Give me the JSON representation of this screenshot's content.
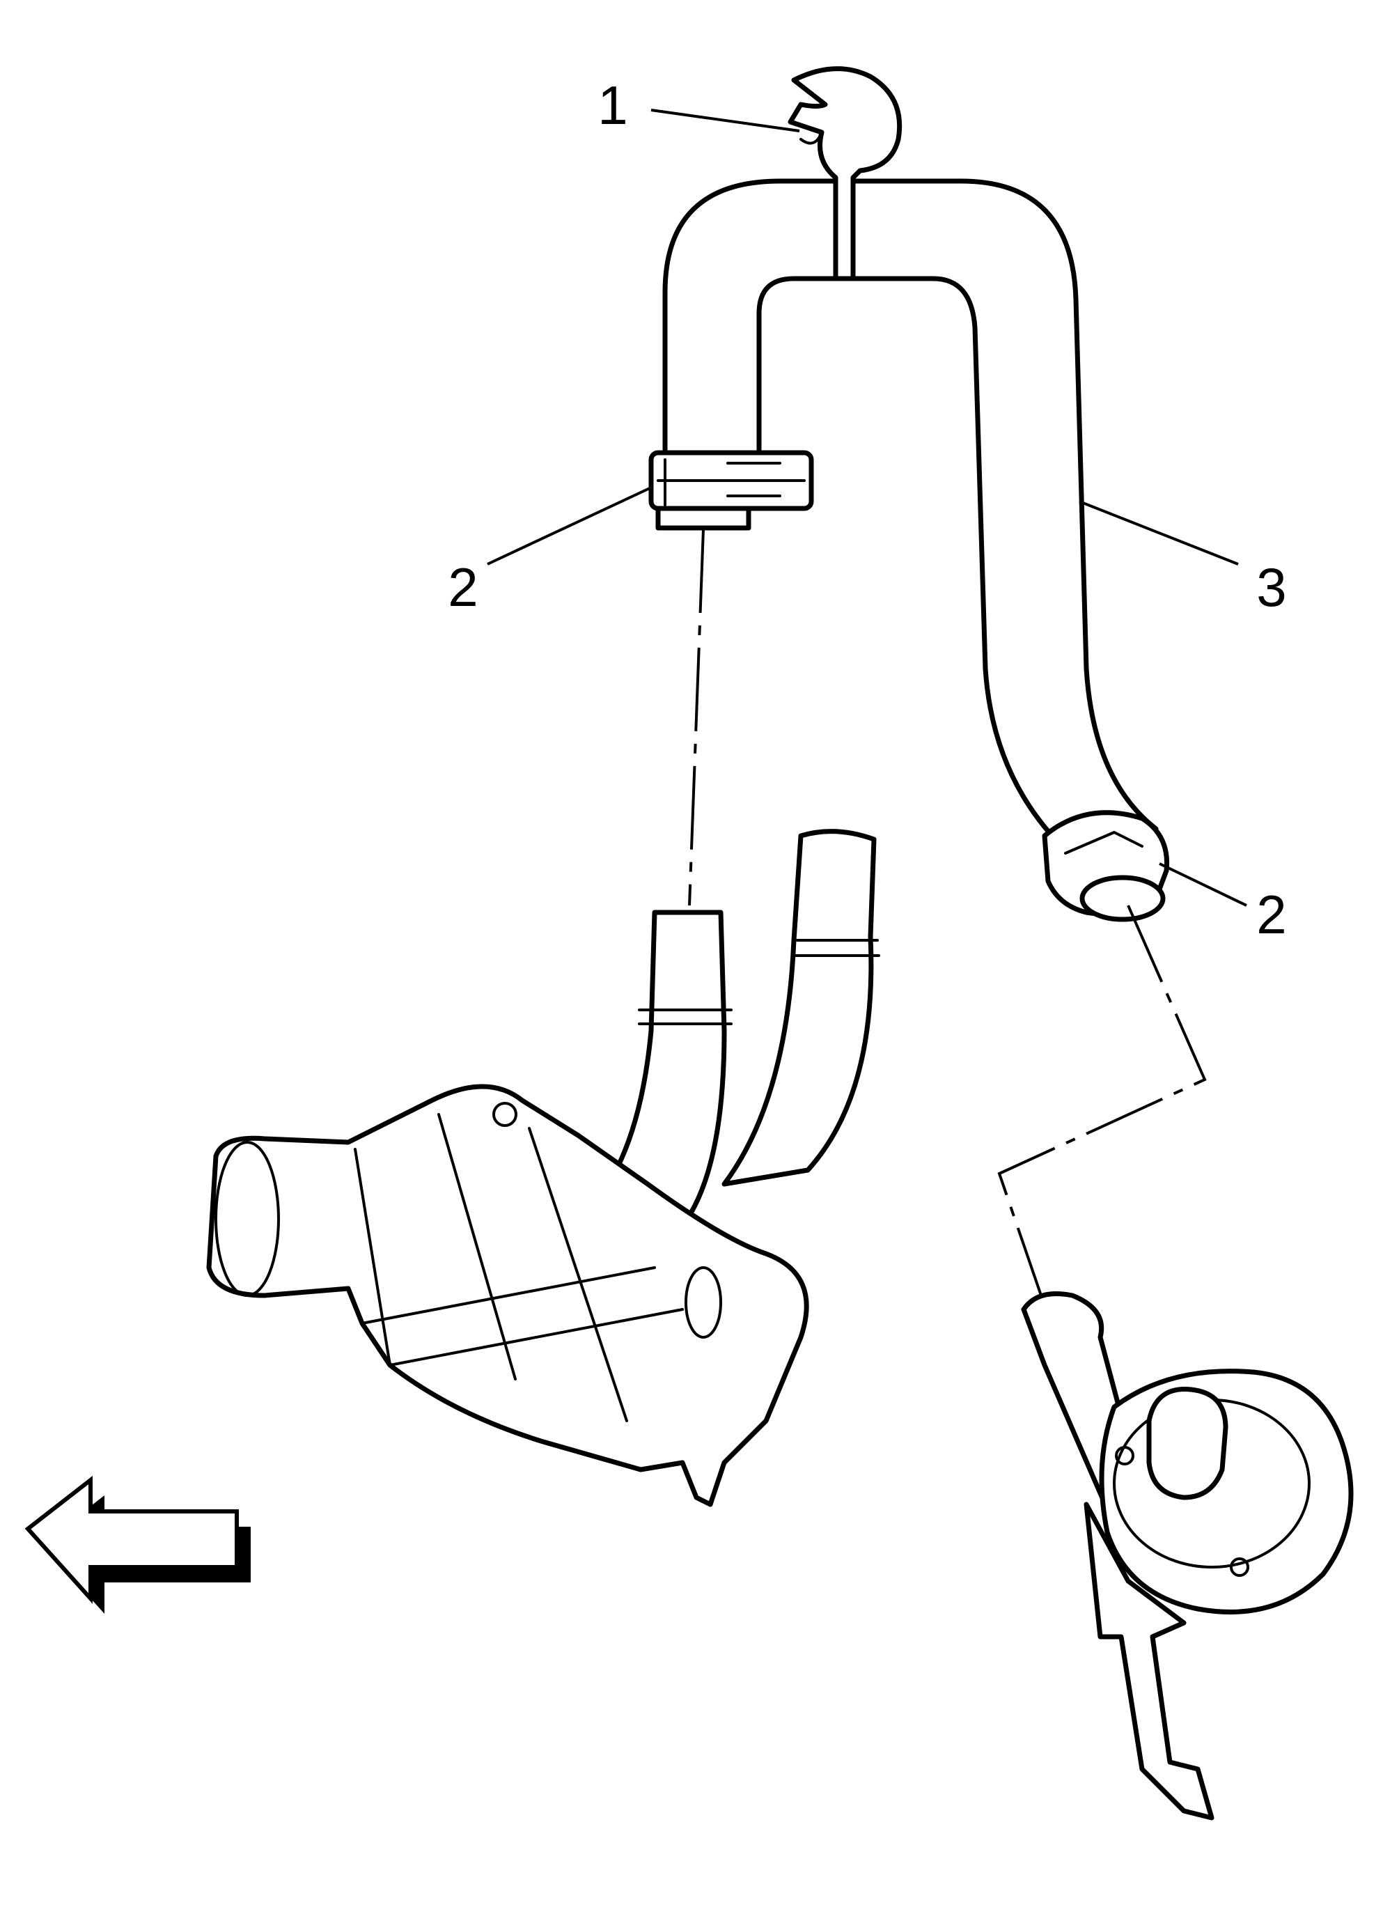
{
  "callouts": [
    {
      "id": "1",
      "label": "1",
      "part": "clip"
    },
    {
      "id": "2a",
      "label": "2",
      "part": "clamp-upper"
    },
    {
      "id": "3",
      "label": "3",
      "part": "hose"
    },
    {
      "id": "2b",
      "label": "2",
      "part": "clamp-lower"
    }
  ],
  "direction_arrow": {
    "icon": "arrow-left-icon"
  },
  "colors": {
    "ink": "#000000",
    "background": "#ffffff"
  }
}
